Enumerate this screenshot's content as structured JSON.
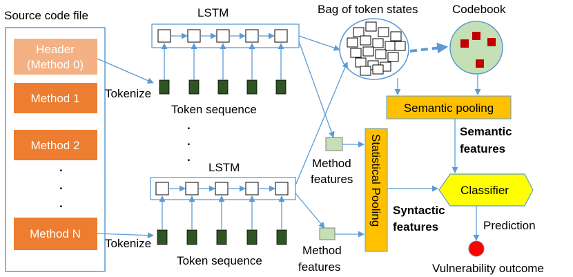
{
  "source": {
    "title": "Source code file",
    "header_line1": "Header",
    "header_line2": "(Method 0)",
    "methods": [
      "Method 1",
      "Method 2",
      "Method N"
    ],
    "ellipsis": "."
  },
  "lstm_top": {
    "label": "LSTM",
    "tokenize": "Tokenize",
    "token_sequence": "Token sequence"
  },
  "lstm_bottom": {
    "label": "LSTM",
    "tokenize": "Tokenize",
    "token_sequence": "Token sequence"
  },
  "bag": {
    "label": "Bag of token states"
  },
  "codebook": {
    "label": "Codebook"
  },
  "semantic_pooling": {
    "label": "Semantic pooling"
  },
  "semantic_features": {
    "line1": "Semantic",
    "line2": "features"
  },
  "statistical_pooling": {
    "label": "Statistical Pooling"
  },
  "syntactic_features": {
    "line1": "Syntactic",
    "line2": "features"
  },
  "method_features_top": {
    "line1": "Method",
    "line2": "features"
  },
  "method_features_bottom": {
    "line1": "Method",
    "line2": "features"
  },
  "classifier": {
    "label": "Classifier"
  },
  "prediction": {
    "label": "Prediction"
  },
  "outcome": {
    "label": "Vulnerability outcome"
  },
  "colors": {
    "method_orange": "#ed7d31",
    "header_peach": "#f4b183",
    "pooling_yellow": "#ffc000",
    "arrow_blue": "#5b9bd5",
    "token_green": "#2e5522",
    "feature_green": "#c5e0b4",
    "codebook_green": "#c5e0b4",
    "codebook_square": "#c00000",
    "classifier_yellow": "#ffff00",
    "outcome_red": "#ff0000"
  }
}
